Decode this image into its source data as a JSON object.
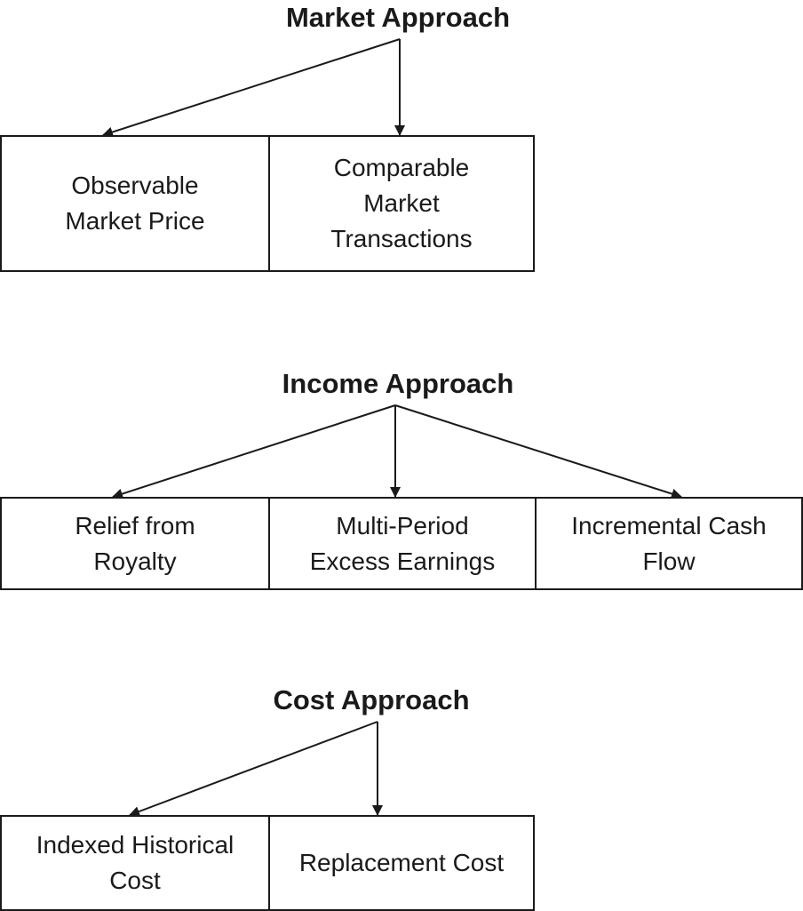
{
  "sections": [
    {
      "heading": "Market Approach",
      "boxes": [
        "Observable\nMarket Price",
        "Comparable\nMarket\nTransactions"
      ]
    },
    {
      "heading": "Income Approach",
      "boxes": [
        "Relief from\nRoyalty",
        "Multi-Period\nExcess Earnings",
        "Incremental Cash\nFlow"
      ]
    },
    {
      "heading": "Cost Approach",
      "boxes": [
        "Indexed Historical\nCost",
        "Replacement Cost"
      ]
    }
  ]
}
